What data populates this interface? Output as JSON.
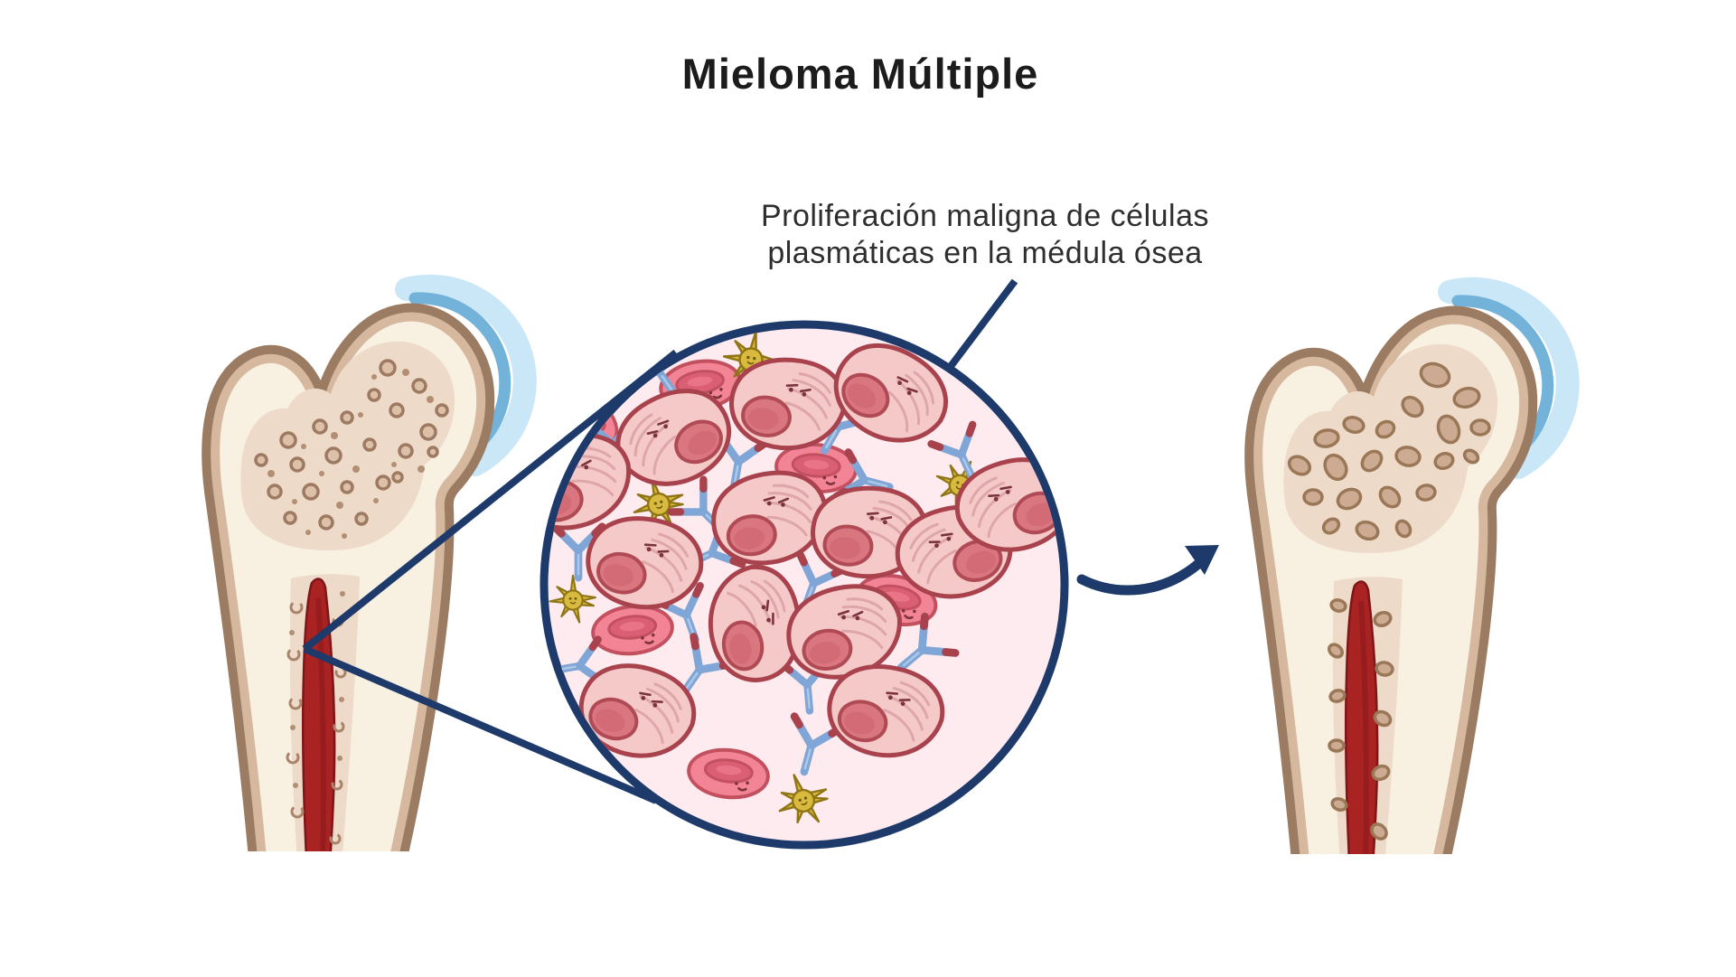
{
  "title": "Mieloma Múltiple",
  "annotation": {
    "line1": "Proliferación maligna de células",
    "line2": "plasmáticas en la médula ósea"
  },
  "colors": {
    "accent_navy": "#1d3a6b",
    "circle_fill": "#fdebef",
    "plasma_cell_pink": "#f4c9c7",
    "plasma_nucleus": "#d97680",
    "red_blood_cell": "#f28496",
    "antibody_blue": "#7fa6d6",
    "antibody_tip_red": "#a8434e",
    "myeloid_cell_yellow": "#d9ba3e",
    "bone_cortex_brown": "#9b7c63",
    "bone_inner_tan": "#d6b89f",
    "bone_cream": "#f8f0e1",
    "spongy_bone": "#eedac8",
    "marrow_red": "#a82322",
    "cartilage_blue": "#73b2d9",
    "cartilage_light_blue": "#c9e7f6",
    "title_color": "#1c1c1c",
    "text_color": "#2e2e2e"
  }
}
